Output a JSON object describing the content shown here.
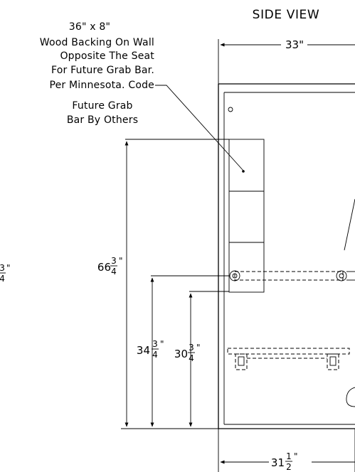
{
  "view": {
    "title": "SIDE VIEW"
  },
  "notes": {
    "backing_size": "36\" x 8\"",
    "backing_lines": [
      "Wood Backing On Wall",
      "Opposite The Seat",
      "For Future Grab Bar.",
      "Per Minnesota. Code"
    ],
    "grab_bar_lines": [
      "Future Grab",
      "Bar By Others"
    ]
  },
  "dimensions": {
    "top_width": "33\"",
    "bottom_width": {
      "whole": "31",
      "num": "1",
      "den": "2",
      "unit": "\""
    },
    "h_66": {
      "whole": "66",
      "num": "3",
      "den": "4",
      "unit": "\""
    },
    "h_34": {
      "whole": "34",
      "num": "3",
      "den": "4",
      "unit": "\""
    },
    "h_30": {
      "whole": "30",
      "num": "3",
      "den": "4",
      "unit": "\""
    },
    "left_partial": {
      "num": "3",
      "den": "4",
      "unit": "\""
    }
  },
  "colors": {
    "line": "#000000",
    "background": "#ffffff"
  }
}
